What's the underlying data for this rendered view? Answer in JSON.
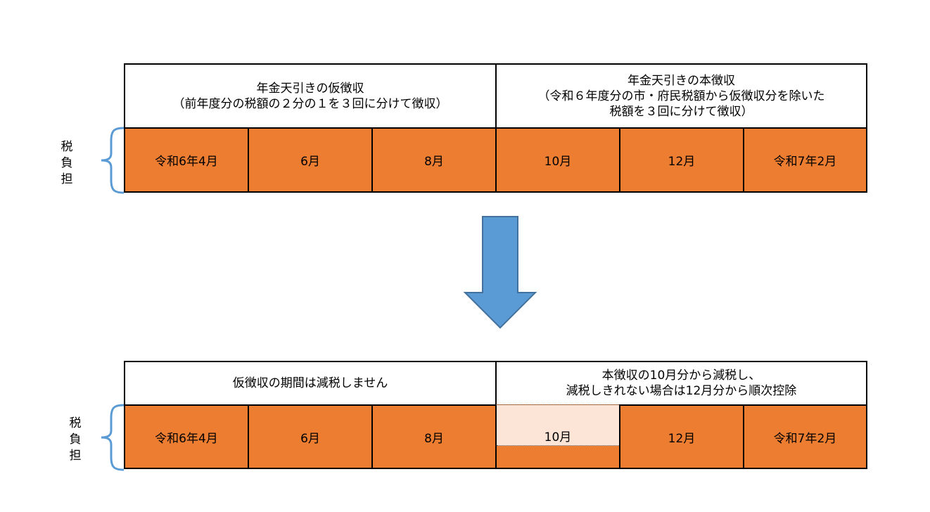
{
  "top": {
    "header_left": [
      "年金天引きの仮徴収",
      "（前年度分の税額の２分の１を３回に分けて徴収）"
    ],
    "header_right": [
      "年金天引きの本徴収",
      "（令和６年度分の市・府民税額から仮徴収分を除いた",
      "税額を３回に分けて徴収）"
    ],
    "months": [
      "令和6年4月",
      "6月",
      "8月",
      "10月",
      "12月",
      "令和7年2月"
    ],
    "side_label": [
      "税",
      "負",
      "担"
    ]
  },
  "bottom": {
    "header_left": [
      "仮徴収の期間は減税しません"
    ],
    "header_right": [
      "本徴収の10月分から減税し、",
      "減税しきれない場合は12月分から順次控除"
    ],
    "months": [
      "令和6年4月",
      "6月",
      "8月",
      "10月",
      "12月",
      "令和7年2月"
    ],
    "side_label": [
      "税",
      "負",
      "担"
    ]
  },
  "colors": {
    "tax_fill": "#ED7D31",
    "reduced_fill": "#FCE4D6",
    "arrow_fill": "#5B9BD5",
    "brace_stroke": "#5B9BD5"
  },
  "icons": {
    "arrow": "down-arrow-icon",
    "brace": "curly-brace-icon"
  }
}
